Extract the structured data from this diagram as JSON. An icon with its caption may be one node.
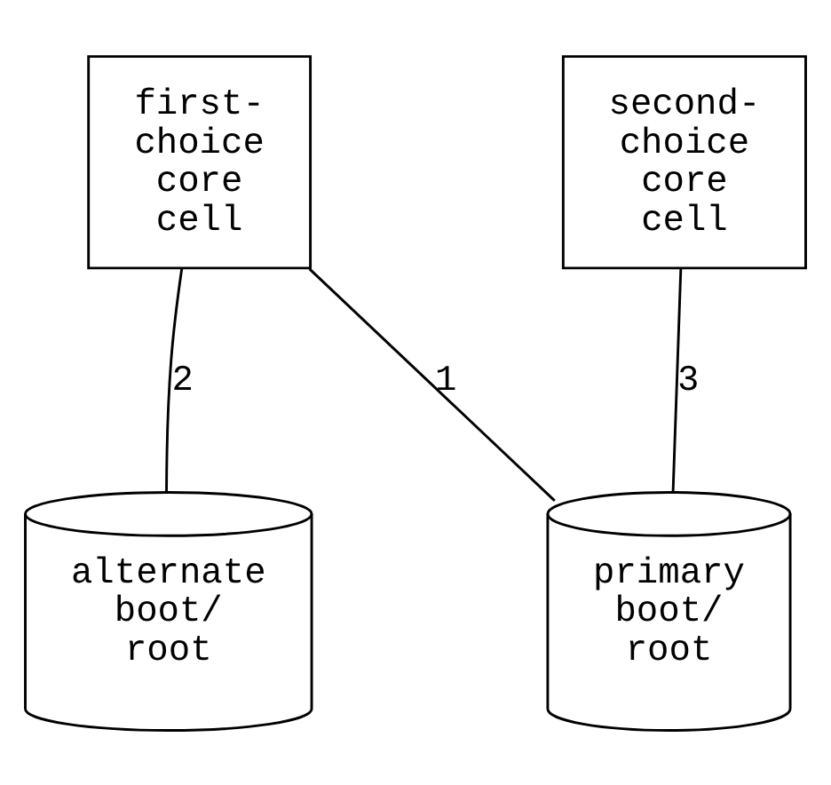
{
  "diagram": {
    "nodes": [
      {
        "text": [
          "first- choice core cell"
        ]
      },
      {
        "text": [
          "second- choice core cell"
        ]
      },
      {
        "text": [
          "primary boot/ root"
        ]
      },
      {
        "text": [
          "alternate boot/ root"
        ]
      }
    ],
    "edges": [
      {
        "from": 0,
        "to": 2,
        "arrow": "none",
        "label": "1"
      },
      {
        "from": 0,
        "to": 3,
        "arrow": "none",
        "label": "2"
      },
      {
        "from": 1,
        "to": 2,
        "arrow": "none",
        "label": "3"
      }
    ]
  }
}
